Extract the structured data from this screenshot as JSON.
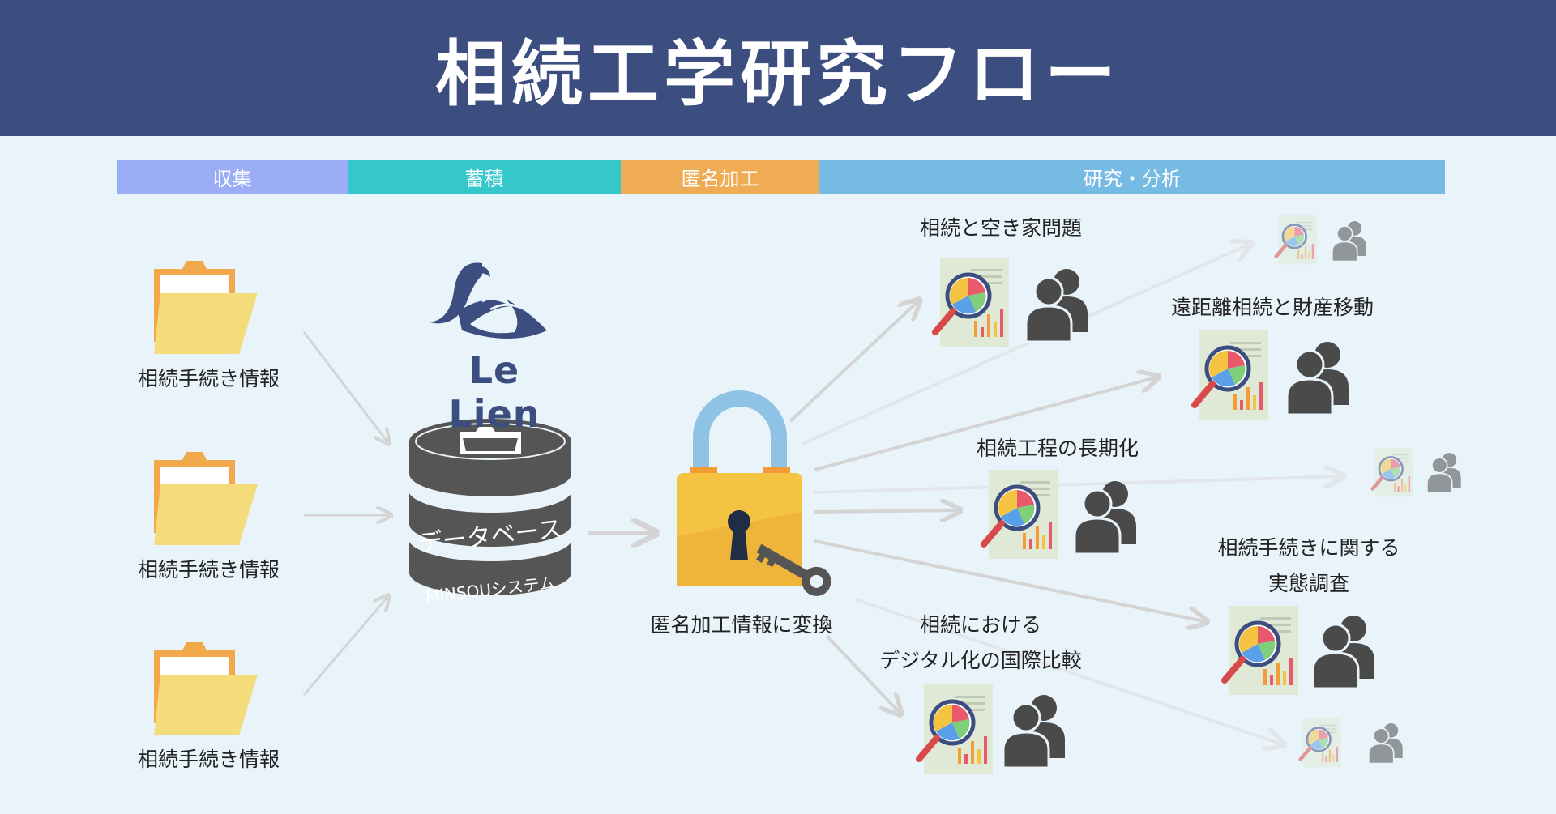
{
  "title": "相続工学研究フロー",
  "stages": [
    {
      "label": "収集",
      "color": "#9baef5"
    },
    {
      "label": "蓄積",
      "color": "#36c7cc"
    },
    {
      "label": "匿名加工",
      "color": "#efac54"
    },
    {
      "label": "研究・分析",
      "color": "#75bbe4"
    }
  ],
  "sources": [
    "相続手続き情報",
    "相続手続き情報",
    "相続手続き情報"
  ],
  "logo": "Le Lien",
  "database": {
    "label": "データベース",
    "system": "MINSOUシステム"
  },
  "anonymize_label": "匿名加工情報に変換",
  "topics": [
    {
      "lines": [
        "相続と空き家問題"
      ]
    },
    {
      "lines": [
        "遠距離相続と財産移動"
      ]
    },
    {
      "lines": [
        "相続工程の長期化"
      ]
    },
    {
      "lines": [
        "相続手続きに関する",
        "実態調査"
      ]
    },
    {
      "lines": [
        "相続における",
        "デジタル化の国際比較"
      ]
    }
  ],
  "colors": {
    "header": "#3c4d80",
    "lock_body": "#f5c342",
    "shackle": "#8ec3e6",
    "folder": "#f5dc7a",
    "db": "#555555"
  }
}
